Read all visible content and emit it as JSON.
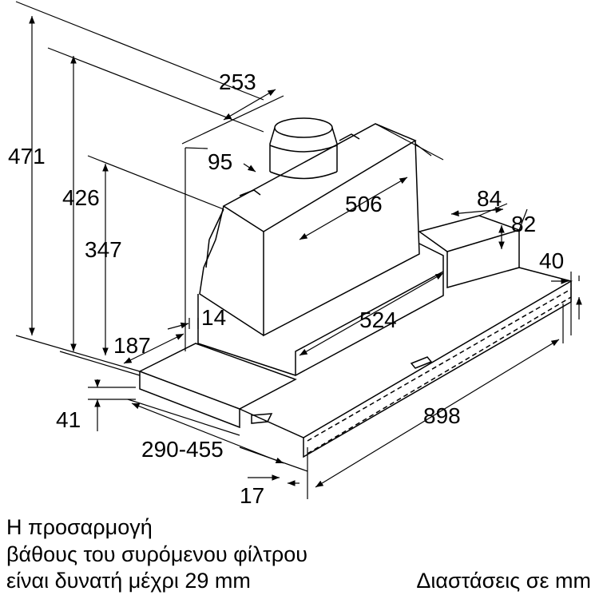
{
  "dimensions": {
    "overall_height": "471",
    "height_426": "426",
    "height_347": "347",
    "depth_253": "253",
    "offset_95": "95",
    "width_506": "506",
    "width_84": "84",
    "height_82": "82",
    "height_40": "40",
    "offset_14": "14",
    "width_524": "524",
    "depth_187": "187",
    "height_41": "41",
    "depth_range": "290-455",
    "width_898": "898",
    "offset_17": "17"
  },
  "caption": {
    "line1": "Η προσαρμογή",
    "line2": "βάθους του συρόμενου φίλτρου",
    "line3": "είναι δυνατή μέχρι 29 mm",
    "units_note": "Διαστάσεις σε mm"
  },
  "colors": {
    "line": "#000000",
    "background": "#ffffff"
  }
}
